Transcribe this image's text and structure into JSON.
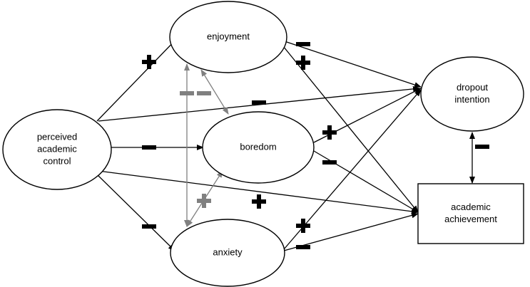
{
  "colors": {
    "primary": "#000000",
    "secondary": "#808080",
    "background": "#ffffff"
  },
  "nodes": [
    {
      "id": "control",
      "shape": "ellipse",
      "lines": [
        "perceived",
        "academic",
        "control"
      ]
    },
    {
      "id": "enjoyment",
      "shape": "ellipse",
      "lines": [
        "enjoyment"
      ]
    },
    {
      "id": "boredom",
      "shape": "ellipse",
      "lines": [
        "boredom"
      ]
    },
    {
      "id": "anxiety",
      "shape": "ellipse",
      "lines": [
        "anxiety"
      ]
    },
    {
      "id": "dropout",
      "shape": "ellipse",
      "lines": [
        "dropout",
        "intention"
      ]
    },
    {
      "id": "achievement",
      "shape": "rect",
      "lines": [
        "academic",
        "achievement"
      ]
    }
  ],
  "edges": [
    {
      "from": "control",
      "to": "enjoyment",
      "sign": "+",
      "color": "primary"
    },
    {
      "from": "control",
      "to": "boredom",
      "sign": "-",
      "color": "primary"
    },
    {
      "from": "control",
      "to": "anxiety",
      "sign": "-",
      "color": "primary"
    },
    {
      "from": "control",
      "to": "dropout",
      "sign": "-",
      "color": "primary"
    },
    {
      "from": "control",
      "to": "achievement",
      "sign": "+",
      "color": "primary"
    },
    {
      "from": "enjoyment",
      "to": "dropout",
      "sign": "-",
      "color": "primary"
    },
    {
      "from": "enjoyment",
      "to": "achievement",
      "sign": "+",
      "color": "primary"
    },
    {
      "from": "boredom",
      "to": "dropout",
      "sign": "+",
      "color": "primary"
    },
    {
      "from": "boredom",
      "to": "achievement",
      "sign": "-",
      "color": "primary"
    },
    {
      "from": "anxiety",
      "to": "dropout",
      "sign": "+",
      "color": "primary"
    },
    {
      "from": "anxiety",
      "to": "achievement",
      "sign": "-",
      "color": "primary"
    },
    {
      "from": "dropout",
      "to": "achievement",
      "sign": "-",
      "color": "primary",
      "bidirectional": true
    },
    {
      "from": "enjoyment",
      "to": "boredom",
      "sign": "-",
      "color": "secondary",
      "bidirectional": true
    },
    {
      "from": "enjoyment",
      "to": "anxiety",
      "sign": "-",
      "color": "secondary",
      "bidirectional": true
    },
    {
      "from": "boredom",
      "to": "anxiety",
      "sign": "+",
      "color": "secondary",
      "bidirectional": true
    }
  ]
}
